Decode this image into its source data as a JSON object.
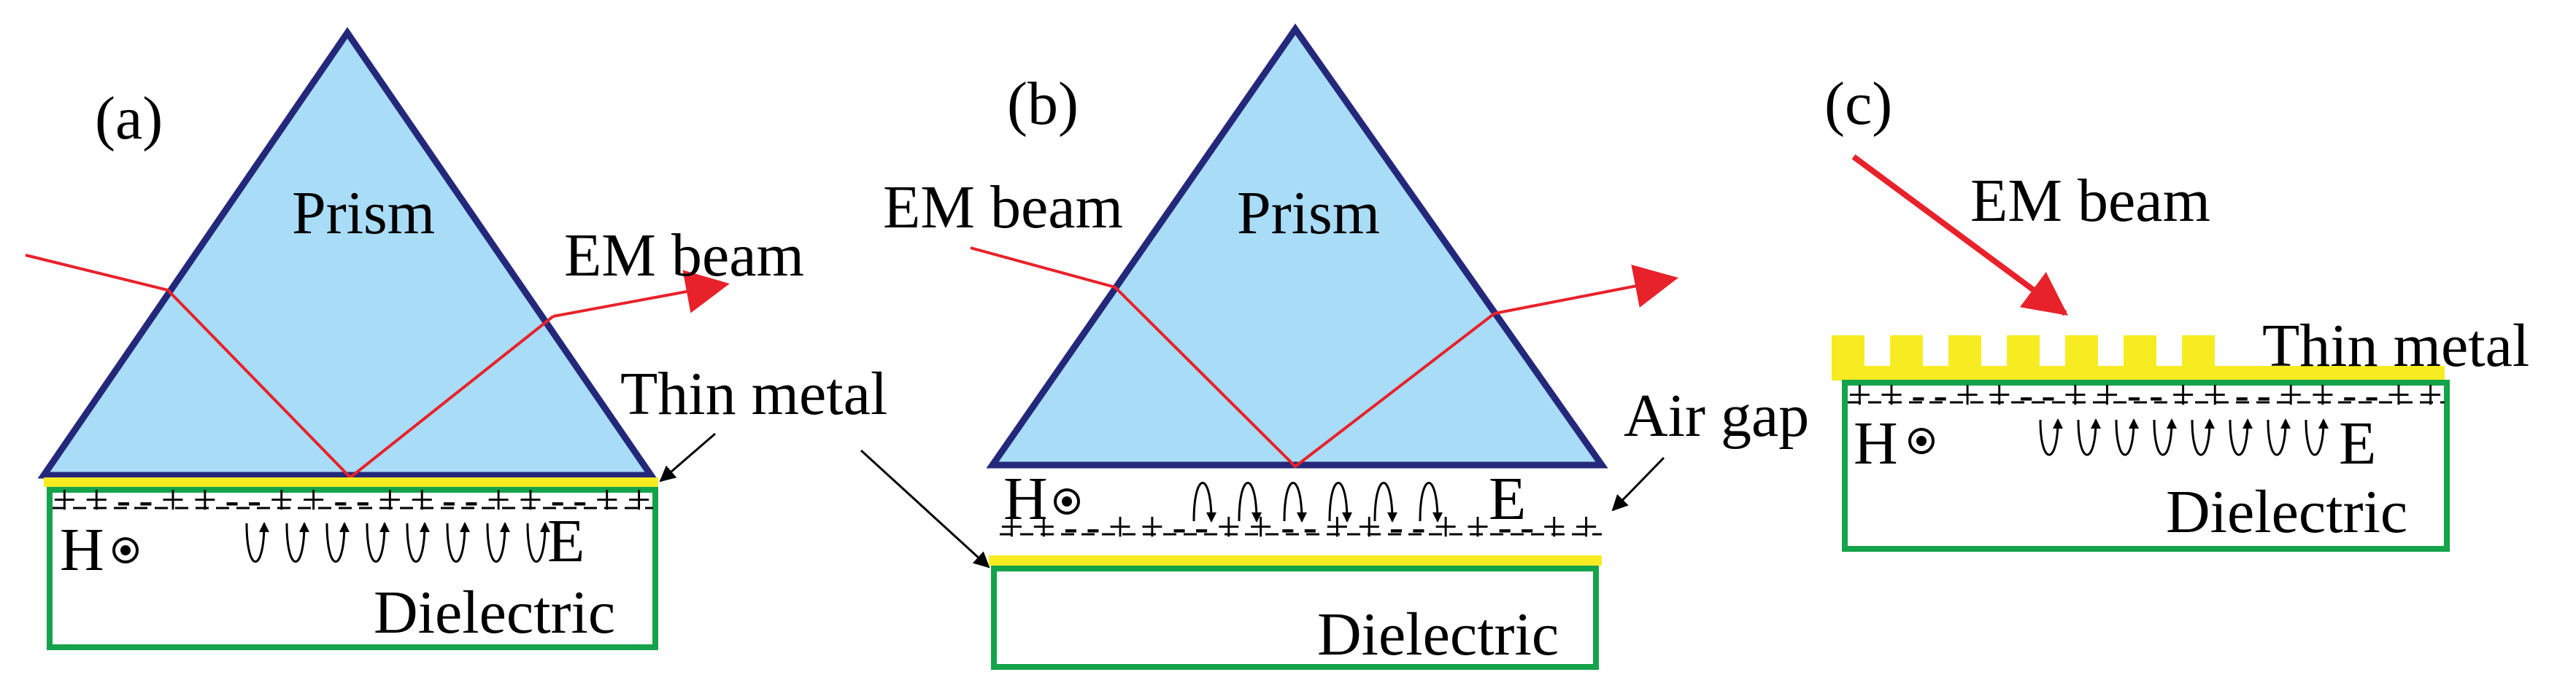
{
  "colors": {
    "prism_fill": "#a9dcf7",
    "prism_stroke": "#24287a",
    "beam": "#e8222a",
    "metal": "#f7ec21",
    "dielectric_stroke": "#13a34a",
    "text": "#000000"
  },
  "panels": [
    {
      "label": "(a)",
      "prism": "Prism",
      "beam": "EM beam",
      "metal": "Thin metal",
      "field_h": "H",
      "field_e": "E",
      "dielectric": "Dielectric",
      "charges": "++--++--++--++--++--++"
    },
    {
      "label": "(b)",
      "prism": "Prism",
      "beam": "EM beam",
      "metal": "Thin metal",
      "gap": "Air gap",
      "field_h": "H",
      "field_e": "E",
      "dielectric": "Dielectric",
      "charges": "++--++--++--++--++--++"
    },
    {
      "label": "(c)",
      "beam": "EM beam",
      "metal": "Thin metal",
      "field_h": "H",
      "field_e": "E",
      "dielectric": "Dielectric",
      "charges": "++--++--++--++--++--++"
    }
  ]
}
